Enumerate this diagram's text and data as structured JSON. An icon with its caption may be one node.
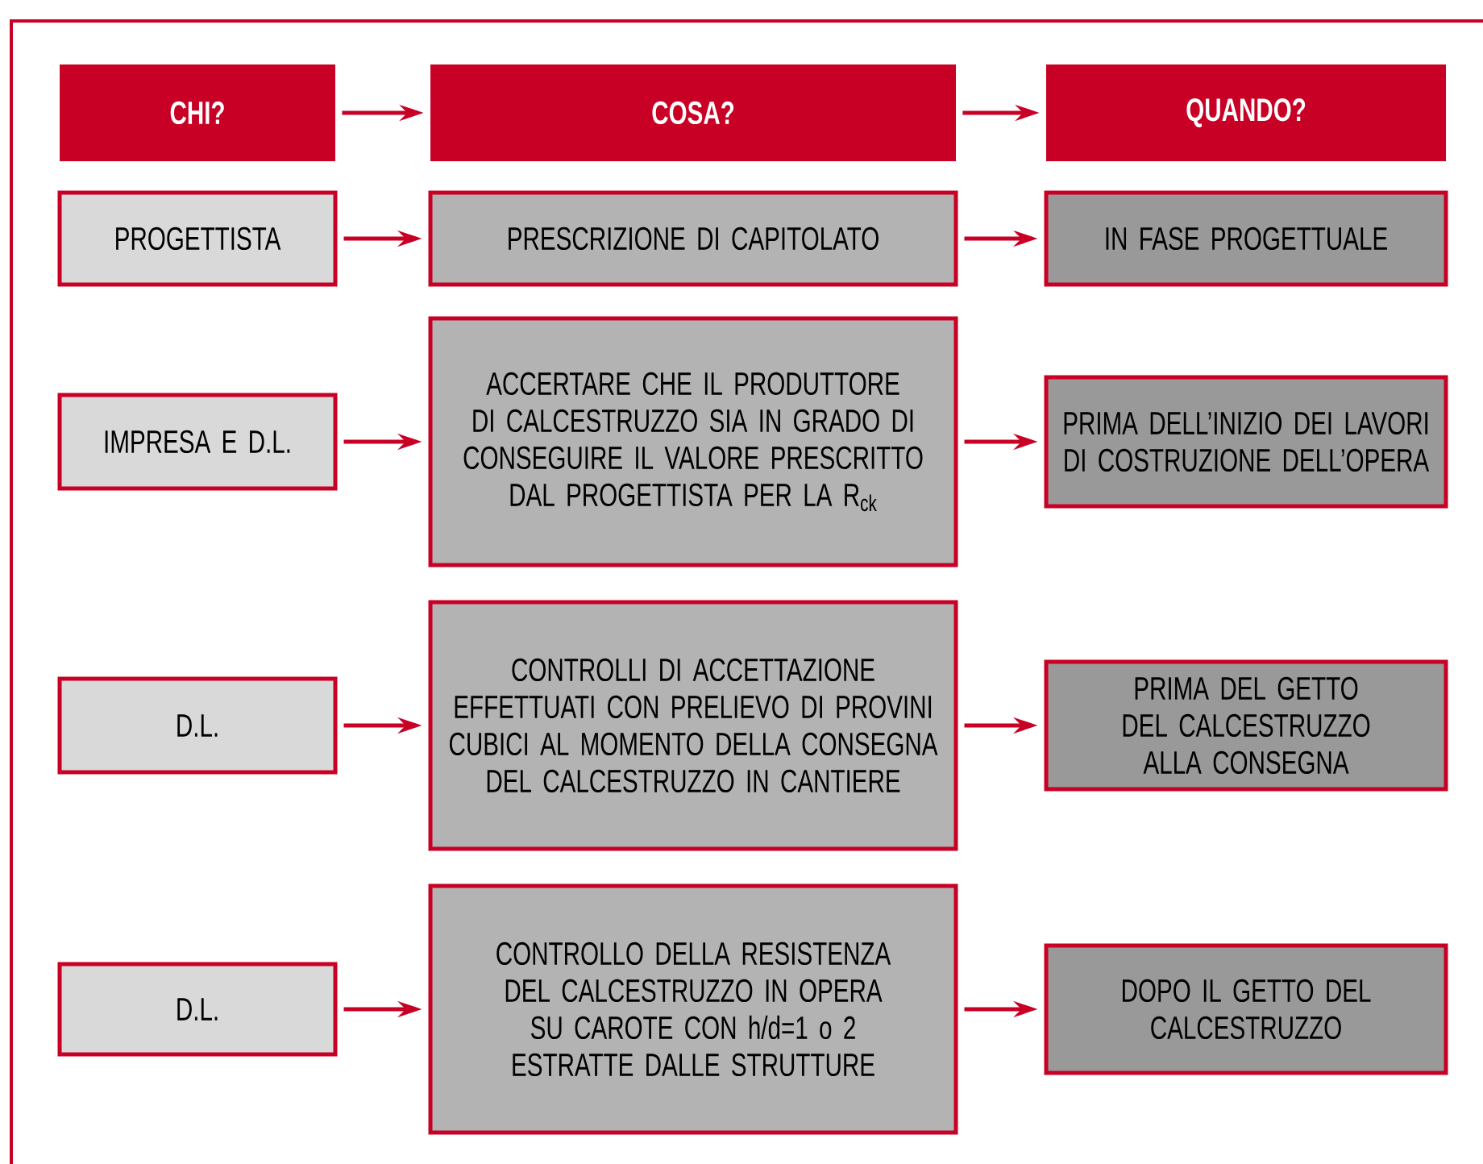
{
  "diagram": {
    "nodes": [
      {
        "text": [
          "CHI?"
        ]
      },
      {
        "text": [
          "COSA?"
        ]
      },
      {
        "text": [
          "QUANDO?"
        ]
      },
      {
        "text": [
          "PROGETTISTA"
        ]
      },
      {
        "text": [
          "PRESCRIZIONE DI CAPITOLATO"
        ]
      },
      {
        "text": [
          "IN FASE PROGETTUALE"
        ]
      },
      {
        "text": [
          "IMPRESA E D.L."
        ]
      },
      {
        "text": [
          "ACCERTARE CHE IL PRODUTTORE DI CALCESTRUZZO SIA IN GRADO DI CONSEGUIRE IL VALORE PRESCRITTO DAL PROGETTISTA PER LA R$_{ck}$"
        ]
      },
      {
        "text": [
          "PRIMA DELL’INIZIO DEI LAVORI DI COSTRUZIONE DELL’OPERA"
        ]
      },
      {
        "text": [
          "D.L."
        ]
      },
      {
        "text": [
          "CONTROLLI DI ACCETTAZIONE EFFETTUATI CON PRELIEVO DI PROVINI CUBICI AL MOMENTO DELLA CONSEGNA DEL CALCESTRUZZO IN CANTIERE"
        ]
      },
      {
        "text": [
          "PRIMA DEL GETTO DEL CALCESTRUZZO ALLA CONSEGNA"
        ]
      },
      {
        "text": [
          "D.L."
        ]
      },
      {
        "text": [
          "CONTROLLO DELLA RESISTENZA DEL CALCESTRUZZO IN OPERA SU CAROTE CON h/d=1 o 2 ESTRATTE DALLE STRUTTURE"
        ]
      },
      {
        "text": [
          "DOPO IL GETTO DEL CALCESTRUZZO"
        ]
      }
    ],
    "edges": [
      {
        "from": 0,
        "to": 1,
        "arrow": "to"
      },
      {
        "from": 1,
        "to": 2,
        "arrow": "to"
      },
      {
        "from": 3,
        "to": 4,
        "arrow": "to"
      },
      {
        "from": 4,
        "to": 5,
        "arrow": "to"
      },
      {
        "from": 6,
        "to": 7,
        "arrow": "to"
      },
      {
        "from": 7,
        "to": 8,
        "arrow": "to"
      },
      {
        "from": 9,
        "to": 10,
        "arrow": "to"
      },
      {
        "from": 10,
        "to": 11,
        "arrow": "to"
      },
      {
        "from": 12,
        "to": 13,
        "arrow": "to"
      },
      {
        "from": 13,
        "to": 14,
        "arrow": "to"
      }
    ]
  }
}
